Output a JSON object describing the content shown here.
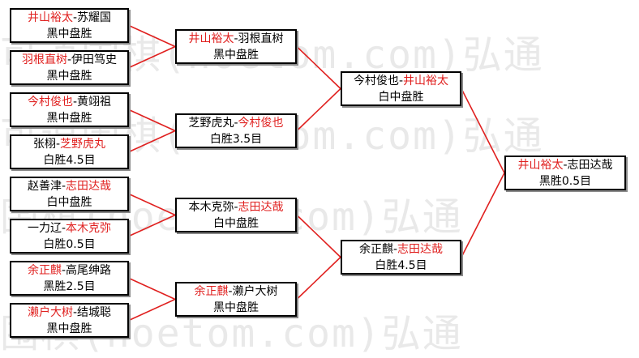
{
  "watermark": [
    "可道围棋(hoetom.com)弘通",
    "可道围棋(hoetom.com)弘通",
    "围棋(hoetom.com)弘通",
    "围棋(hoetom.com)弘通"
  ],
  "bracket": {
    "round1": [
      {
        "winner": "井山裕太",
        "loser": "苏耀国",
        "winner_first": true,
        "result": "黑中盘胜"
      },
      {
        "winner": "羽根直树",
        "loser": "伊田笃史",
        "winner_first": true,
        "result": "黑中盘胜"
      },
      {
        "winner": "今村俊也",
        "loser": "黄翊祖",
        "winner_first": true,
        "result": "黑中盘胜"
      },
      {
        "winner": "芝野虎丸",
        "loser": "张栩",
        "winner_first": false,
        "result": "白胜4.5目"
      },
      {
        "winner": "志田达哉",
        "loser": "赵善津",
        "winner_first": false,
        "result": "白中盘胜"
      },
      {
        "winner": "本木克弥",
        "loser": "一力辽",
        "winner_first": false,
        "result": "白胜0.5目"
      },
      {
        "winner": "余正麒",
        "loser": "高尾绅路",
        "winner_first": true,
        "result": "黑胜2.5目"
      },
      {
        "winner": "濑户大树",
        "loser": "结城聪",
        "winner_first": true,
        "result": "黑中盘胜"
      }
    ],
    "round2": [
      {
        "winner": "井山裕太",
        "loser": "羽根直树",
        "winner_first": true,
        "result": "黑中盘胜"
      },
      {
        "winner": "今村俊也",
        "loser": "芝野虎丸",
        "winner_first": false,
        "result": "白胜3.5目"
      },
      {
        "winner": "志田达哉",
        "loser": "本木克弥",
        "winner_first": false,
        "result": "白中盘胜"
      },
      {
        "winner": "余正麒",
        "loser": "濑户大树",
        "winner_first": true,
        "result": "黑中盘胜"
      }
    ],
    "semifinal": [
      {
        "winner": "井山裕太",
        "loser": "今村俊也",
        "winner_first": false,
        "result": "白中盘胜"
      },
      {
        "winner": "志田达哉",
        "loser": "余正麒",
        "winner_first": false,
        "result": "白胜4.5目"
      }
    ],
    "final": [
      {
        "winner": "井山裕太",
        "loser": "志田达哉",
        "winner_first": true,
        "result": "黑胜0.5目"
      }
    ],
    "separator": "-",
    "winner_color": "#e0201f",
    "line_color": "#e0201f",
    "border_color": "#000000"
  }
}
